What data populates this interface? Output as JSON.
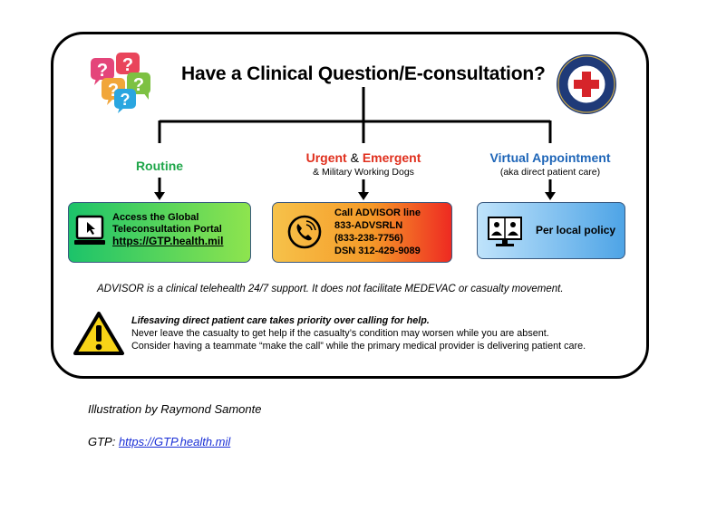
{
  "title": "Have a Clinical Question/E-consultation?",
  "branches": {
    "routine": {
      "label": "Routine",
      "color": "#1fa64a",
      "box_line1": "Access the Global",
      "box_line2": "Teleconsultation Portal",
      "box_link": "https://GTP.health.mil"
    },
    "urgent": {
      "label_part1": "Urgent",
      "label_amp": " & ",
      "label_part2": "Emergent",
      "label_color": "#e0301e",
      "sublabel": "& Military Working Dogs",
      "box_line1": "Call ADVISOR line",
      "box_line2": "833-ADVSRLN",
      "box_line3": "(833-238-7756)",
      "box_line4": "DSN 312-429-9089"
    },
    "virtual": {
      "label": "Virtual Appointment",
      "color": "#1f66b8",
      "sublabel": "(aka direct patient care)",
      "box_text": "Per local policy"
    }
  },
  "advisor_note": "ADVISOR is a clinical telehealth 24/7 support. It does not facilitate MEDEVAC or casualty movement.",
  "warning": {
    "headline": "Lifesaving direct patient care takes priority over calling for help.",
    "line1": "Never leave the casualty to get help if the casualty’s condition may worsen while you are absent.",
    "line2": "Consider having a teammate “make the call” while the primary medical provider is delivering patient care."
  },
  "caption": "Illustration by Raymond Samonte",
  "gtp_prefix": "GTP: ",
  "gtp_link": "https://GTP.health.mil",
  "icons": {
    "questions": "question-bubbles-icon",
    "seal": "joint-trauma-system-seal",
    "laptop": "laptop-icon",
    "phone": "phone-call-icon",
    "video": "video-conference-icon",
    "warning": "warning-triangle-icon"
  }
}
